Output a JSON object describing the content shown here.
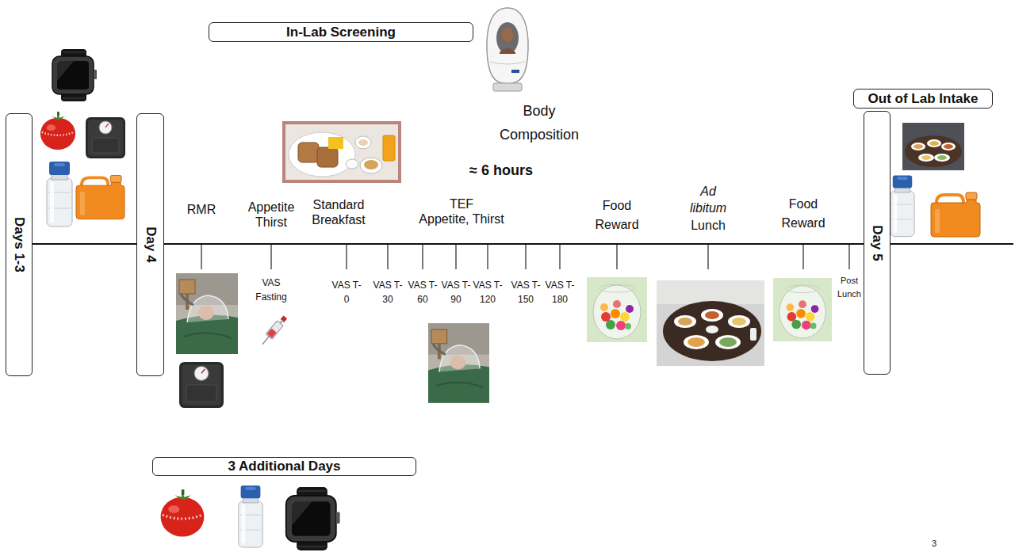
{
  "diagram": {
    "nodes": [
      {
        "text": [
          "In-Lab Screening"
        ]
      },
      {
        "text": [
          "Out of Lab Intake"
        ]
      },
      {
        "text": [
          "Days 1-3"
        ]
      },
      {
        "text": [
          "Day 4"
        ]
      },
      {
        "text": [
          "Day 5"
        ]
      },
      {
        "text": [
          "3 Additional Days"
        ]
      }
    ],
    "labels": [
      "Body Composition",
      "≈ 6 hours",
      "RMR",
      "Appetite Thirst",
      "Standard Breakfast",
      "TEF",
      "Appetite, Thirst",
      "Food Reward",
      "Ad libitum",
      "Lunch",
      "Food Reward",
      "VAS Fasting",
      "VAS T-0",
      "VAS T-30",
      "VAS T-60",
      "VAS T-90",
      "VAS T-120",
      "VAS T-150",
      "VAS T-180",
      "Post Lunch",
      "3"
    ]
  }
}
